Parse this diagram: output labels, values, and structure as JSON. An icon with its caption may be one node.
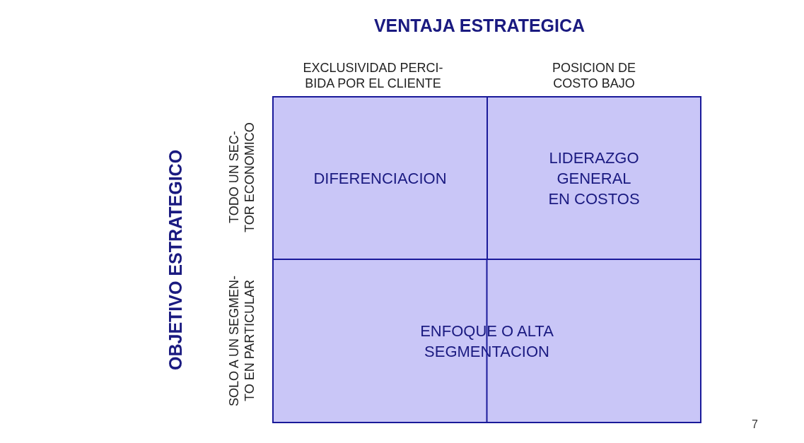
{
  "diagram": {
    "title": "VENTAJA ESTRATEGICA",
    "nodes": [
      {
        "text": [
          "DIFERENCIACION"
        ]
      },
      {
        "text": [
          "LIDERAZGO GENERAL EN COSTOS"
        ]
      },
      {
        "text": [
          "ENFOQUE O ALTA SEGMENTACION"
        ]
      }
    ],
    "edges": [],
    "labels": [
      "EXCLUSIVIDAD PERCI- BIDA POR EL CLIENTE",
      "POSICION DE COSTO BAJO",
      "OBJETIVO ESTRATEGICO",
      "TODO UN SEC- TOR ECONOMICO",
      "SOLO A UN SEGMEN- TO EN PARTICULAR",
      "7"
    ]
  }
}
